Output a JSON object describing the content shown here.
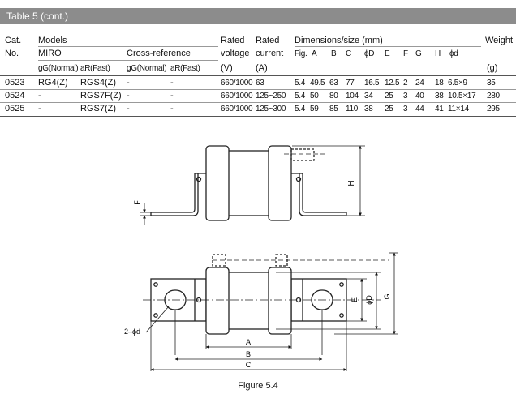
{
  "table_title": "Table 5 (cont.)",
  "headers": {
    "cat_line1": "Cat.",
    "cat_line2": "No.",
    "models": "Models",
    "miro": "MIRO",
    "cross_reference": "Cross-reference",
    "miro_gg": "gG(Normal)",
    "miro_ar": "aR(Fast)",
    "cr_gg": "gG(Normal)",
    "cr_ar": "aR(Fast)",
    "rated_voltage_1": "Rated",
    "rated_voltage_2": "voltage",
    "rated_voltage_3": "(V)",
    "rated_current_1": "Rated",
    "rated_current_2": "current",
    "rated_current_3": "(A)",
    "dimensions": "Dimensions/size (mm)",
    "dim_cols": [
      "Fig.",
      "A",
      "B",
      "C",
      "ϕD",
      "E",
      "F",
      "G",
      "H",
      "ϕd"
    ],
    "weight_1": "Weight",
    "weight_3": "(g)"
  },
  "rows": [
    {
      "cat": "0523",
      "miro_gg": "RG4(Z)",
      "miro_ar": "RGS4(Z)",
      "cr_gg": "-",
      "cr_ar": "-",
      "voltage": "660/1000",
      "current": "63",
      "fig": "5.4",
      "A": "49.5",
      "B": "63",
      "C": "77",
      "D": "16.5",
      "E": "12.5",
      "F": "2",
      "G": "24",
      "H": "18",
      "d": "6.5×9",
      "weight": "35"
    },
    {
      "cat": "0524",
      "miro_gg": "-",
      "miro_ar": "RGS7F(Z)",
      "cr_gg": "-",
      "cr_ar": "-",
      "voltage": "660/1000",
      "current": "125~250",
      "fig": "5.4",
      "A": "50",
      "B": "80",
      "C": "104",
      "D": "34",
      "E": "25",
      "F": "3",
      "G": "40",
      "H": "38",
      "d": "10.5×17",
      "weight": "280"
    },
    {
      "cat": "0525",
      "miro_gg": "-",
      "miro_ar": "RGS7(Z)",
      "cr_gg": "-",
      "cr_ar": "-",
      "voltage": "660/1000",
      "current": "125~300",
      "fig": "5.4",
      "A": "59",
      "B": "85",
      "C": "110",
      "D": "38",
      "E": "25",
      "F": "3",
      "G": "44",
      "H": "41",
      "d": "11×14",
      "weight": "295"
    }
  ],
  "figure": {
    "labels": {
      "H": "H",
      "F": "F",
      "A": "A",
      "B": "B",
      "C": "C",
      "D": "ϕD",
      "E": "E",
      "G": "G",
      "d": "2–ϕd"
    },
    "caption": "Figure 5.4"
  }
}
